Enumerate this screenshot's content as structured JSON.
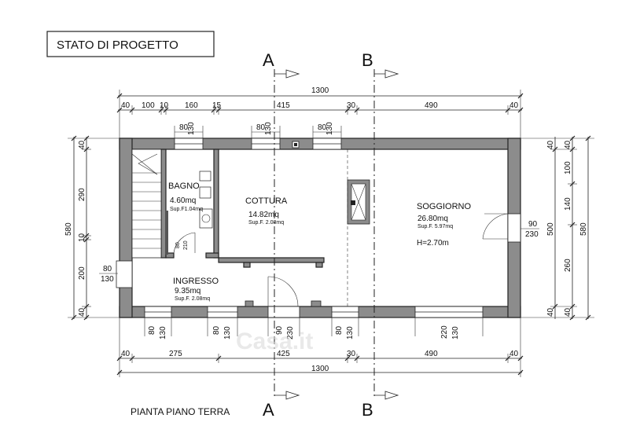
{
  "title_box": "STATO DI PROGETTO",
  "drawing_caption": "PIANTA PIANO TERRA",
  "sections": {
    "a": "A",
    "b": "B"
  },
  "rooms": {
    "bagno": {
      "name": "BAGNO",
      "area": "4.60mq",
      "sup": "Sup.F1.04mq"
    },
    "cottura": {
      "name": "COTTURA",
      "area": "14.82mq",
      "sup": "Sup.F. 2.08mq"
    },
    "soggiorno": {
      "name": "SOGGIORNO",
      "area": "26.80mq",
      "sup": "Sup.F. 5.97mq",
      "height": "H=2.70m"
    },
    "ingresso": {
      "name": "INGRESSO",
      "area": "9.35mq",
      "sup": "Sup.F. 2.08mq"
    }
  },
  "dims": {
    "top_total": "1300",
    "top_parts": [
      "40",
      "100",
      "10",
      "160",
      "15",
      "415",
      "30",
      "490",
      "40"
    ],
    "bottom_total": "1300",
    "bottom_parts": [
      "40",
      "275",
      "425",
      "30",
      "490",
      "40"
    ],
    "left_total": "580",
    "left_parts": [
      "40",
      "290",
      "10",
      "200",
      "40"
    ],
    "right_total": "580",
    "right_parts": [
      "40",
      "100",
      "140",
      "260",
      "40"
    ],
    "right_mid": "500",
    "top_windows": [
      {
        "w": "80",
        "h": "130"
      },
      {
        "w": "80",
        "h": "130"
      },
      {
        "w": "80",
        "h": "130"
      }
    ],
    "bottom_windows": [
      {
        "w": "80",
        "h": "130"
      },
      {
        "w": "80",
        "h": "130"
      },
      {
        "w": "90",
        "h": "230"
      },
      {
        "w": "80",
        "h": "130"
      },
      {
        "w": "220",
        "h": "130"
      }
    ],
    "left_opening": {
      "w": "80",
      "h": "130"
    },
    "right_door": {
      "w": "90",
      "h": "230"
    },
    "bagno_door": {
      "w": "80",
      "h": "210"
    }
  },
  "watermark": "Casa.it"
}
